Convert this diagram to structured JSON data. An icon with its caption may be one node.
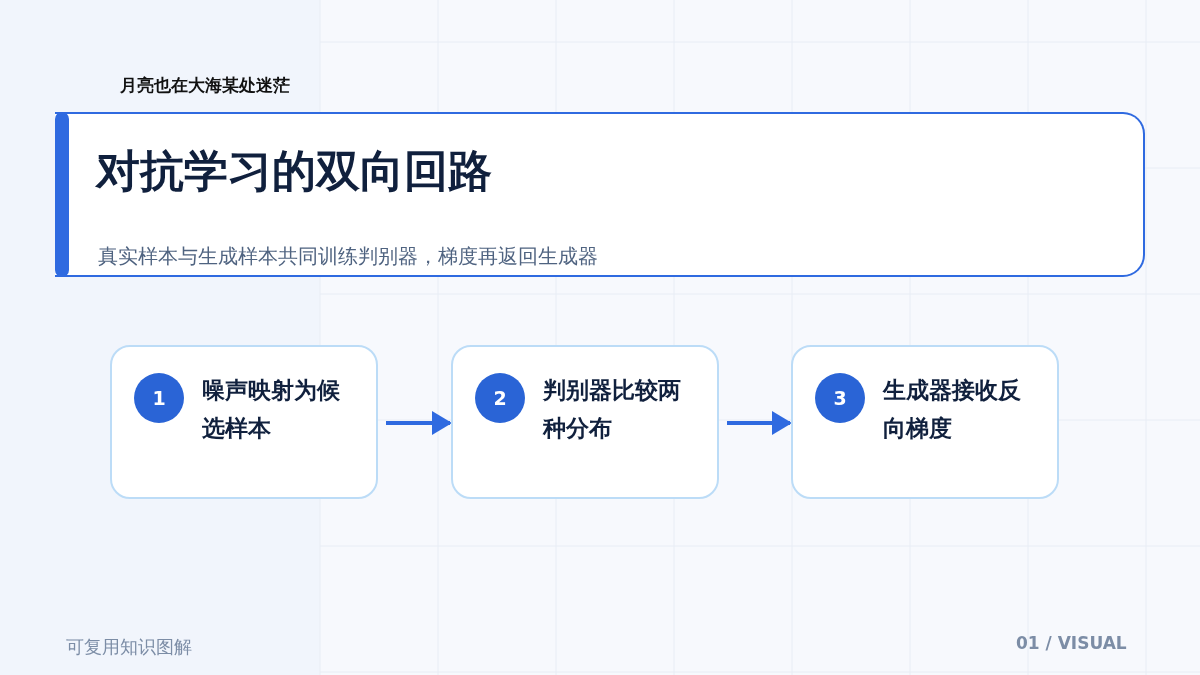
{
  "diagram": {
    "title": "对抗学习的双向回路",
    "caption": "真实样本与生成样本共同训练判别器，梯度再返回生成器",
    "nodes": [
      {
        "text": [
          "1",
          "噪声映射为候选样本"
        ]
      },
      {
        "text": [
          "2",
          "判别器比较两种分布"
        ]
      },
      {
        "text": [
          "3",
          "生成器接收反向梯度"
        ]
      }
    ],
    "edges": [
      {
        "from": 0,
        "to": 1,
        "arrow": "to"
      },
      {
        "from": 1,
        "to": 2,
        "arrow": "to"
      }
    ],
    "labels": [
      "月亮也在大海某处迷茫",
      "可复用知识图解",
      "01 / VISUAL"
    ]
  }
}
